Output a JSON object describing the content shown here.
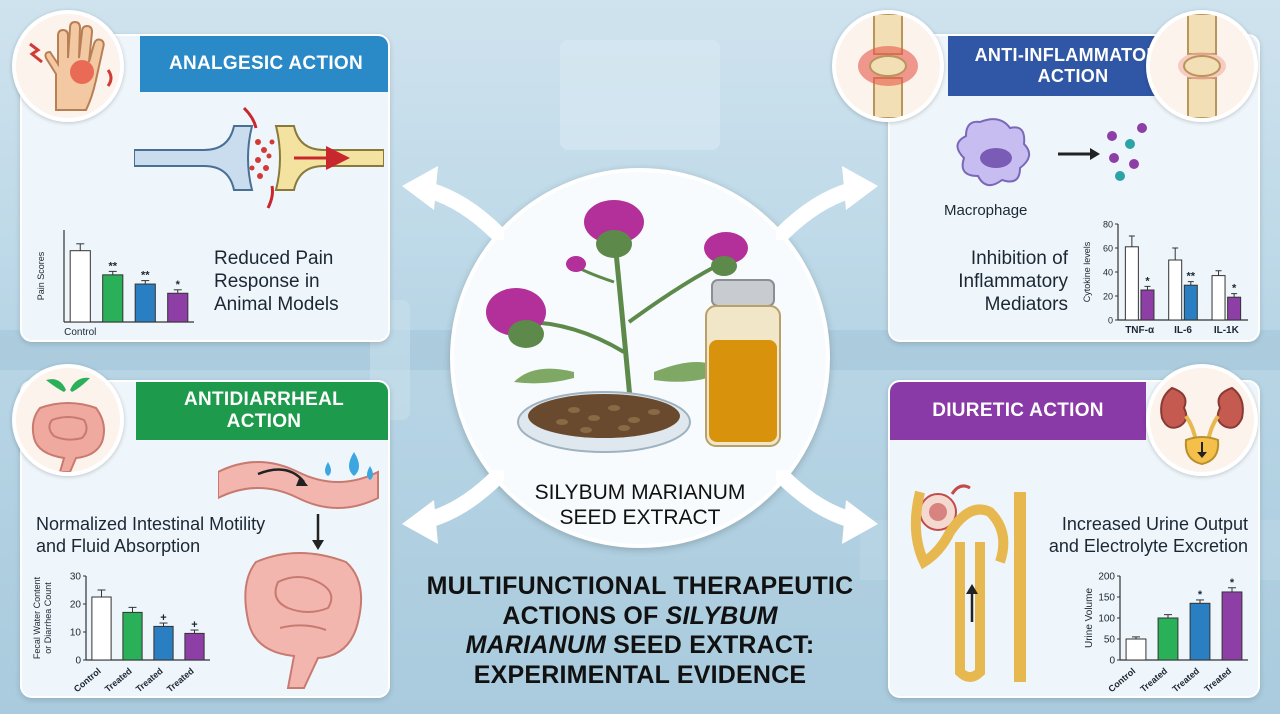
{
  "main_title": {
    "line1": "MULTIFUNCTIONAL THERAPEUTIC",
    "line2_a": "ACTIONS OF ",
    "line2_b": "SILYBUM",
    "line3_a": "MARIANUM",
    "line3_b": " SEED EXTRACT:",
    "line4": "EXPERIMENTAL EVIDENCE"
  },
  "center": {
    "line1": "SILYBUM MARIANUM",
    "line2": "SEED EXTRACT"
  },
  "colors": {
    "control": "#ffffff",
    "green": "#2bb05a",
    "blue": "#2a7fc2",
    "purple": "#8e3fa6",
    "red": "#c8282d"
  },
  "analgesic": {
    "title": "ANALGESIC ACTION",
    "text_l1": "Reduced Pain",
    "text_l2": "Response in",
    "text_l3": "Animal Models",
    "icon": "painful-hand-icon"
  },
  "anti_inflammatory": {
    "title_l1": "ANTI-INFLAMMATORY",
    "title_l2": "ACTION",
    "macrophage_label": "Macrophage",
    "text_l1": "Inhibition of",
    "text_l2": "Inflammatory",
    "text_l3": "Mediators",
    "icon": "joint-icon"
  },
  "antidiarrheal": {
    "title_l1": "ANTIDIARRHEAL",
    "title_l2": "ACTION",
    "text_l1": "Normalized Intestinal Motility",
    "text_l2": "and Fluid Absorption",
    "icon": "intestine-icon"
  },
  "diuretic": {
    "title": "DIURETIC ACTION",
    "text_l1": "Increased Urine Output",
    "text_l2": "and Electrolyte Excretion",
    "icon": "kidney-icon"
  },
  "chart_data": [
    {
      "id": "pain",
      "type": "bar",
      "ylabel": "Pain Scores",
      "categories": [
        "Control",
        "",
        "",
        ""
      ],
      "values": [
        6.2,
        4.1,
        3.3,
        2.5
      ],
      "errors": [
        0.6,
        0.3,
        0.3,
        0.3
      ],
      "marks": [
        "",
        "**",
        "**",
        "*"
      ],
      "colors": [
        "#ffffff",
        "#2bb05a",
        "#2a7fc2",
        "#8e3fa6"
      ],
      "ylim": [
        0,
        8
      ],
      "yticks": []
    },
    {
      "id": "cytokine",
      "type": "bar",
      "ylabel": "Cytokine levels",
      "categories": [
        "TNF-α",
        "IL-6",
        "IL-1K"
      ],
      "series": [
        {
          "values": [
            61,
            50,
            37
          ],
          "errors": [
            9,
            10,
            4
          ],
          "marks": [
            "",
            "",
            ""
          ]
        },
        {
          "values": [
            25,
            29,
            19
          ],
          "errors": [
            3,
            3,
            3
          ],
          "marks": [
            "*",
            "**",
            "*"
          ]
        }
      ],
      "ylim": [
        0,
        80
      ],
      "yticks": [
        "0",
        "20",
        "40",
        "60",
        "80"
      ]
    },
    {
      "id": "fecal",
      "type": "bar",
      "ylabel_l1": "Fecal Water Content",
      "ylabel_l2": "or Diarrhea Count",
      "categories": [
        "Control",
        "Treated",
        "Treated",
        "Treated"
      ],
      "values": [
        22.5,
        17,
        12,
        9.5
      ],
      "errors": [
        2.5,
        1.8,
        1.2,
        1.2
      ],
      "marks": [
        "",
        "",
        "+",
        "+"
      ],
      "colors": [
        "#ffffff",
        "#2bb05a",
        "#2a7fc2",
        "#8e3fa6"
      ],
      "ylim": [
        0,
        30
      ],
      "yticks": [
        "0",
        "10",
        "20",
        "30"
      ]
    },
    {
      "id": "urine",
      "type": "bar",
      "ylabel": "Urine Volume",
      "categories": [
        "Control",
        "Treated",
        "Treated",
        "Treated"
      ],
      "values": [
        50,
        100,
        135,
        162
      ],
      "errors": [
        5,
        8,
        8,
        10
      ],
      "marks": [
        "",
        "",
        "*",
        "*"
      ],
      "colors": [
        "#ffffff",
        "#2bb05a",
        "#2a7fc2",
        "#8e3fa6"
      ],
      "ylim": [
        0,
        200
      ],
      "yticks": [
        "0",
        "50",
        "100",
        "150",
        "200"
      ]
    }
  ]
}
